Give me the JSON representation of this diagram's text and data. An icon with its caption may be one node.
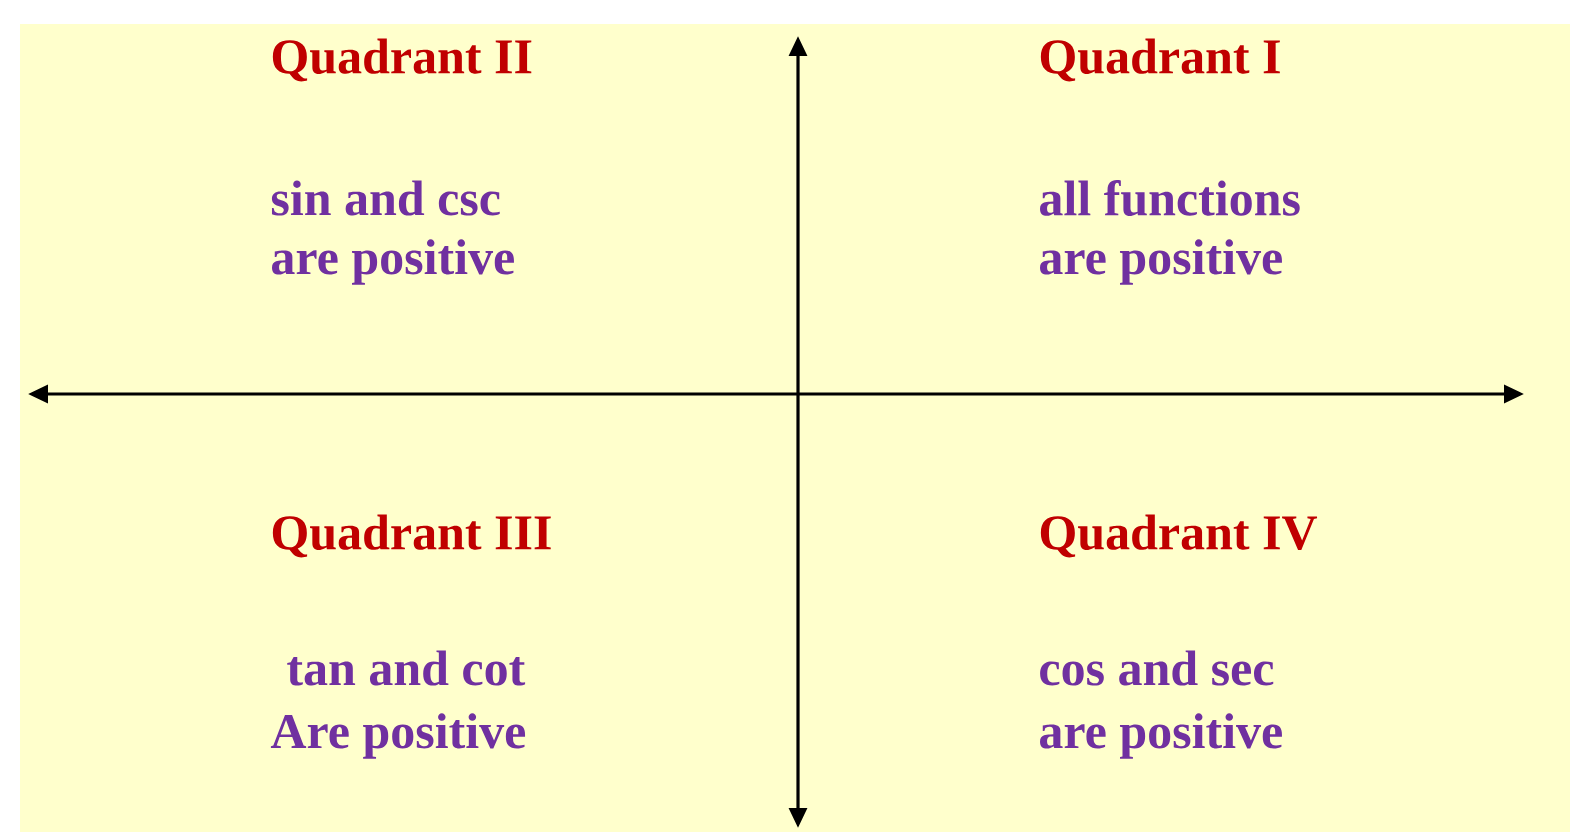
{
  "diagram": {
    "labels": [
      "Quadrant II",
      "Quadrant I",
      "sin and csc",
      "all functions",
      "are positive",
      "are positive",
      "Quadrant III",
      "Quadrant IV",
      "tan and cot",
      "cos and sec",
      "Are positive",
      "are positive"
    ]
  }
}
